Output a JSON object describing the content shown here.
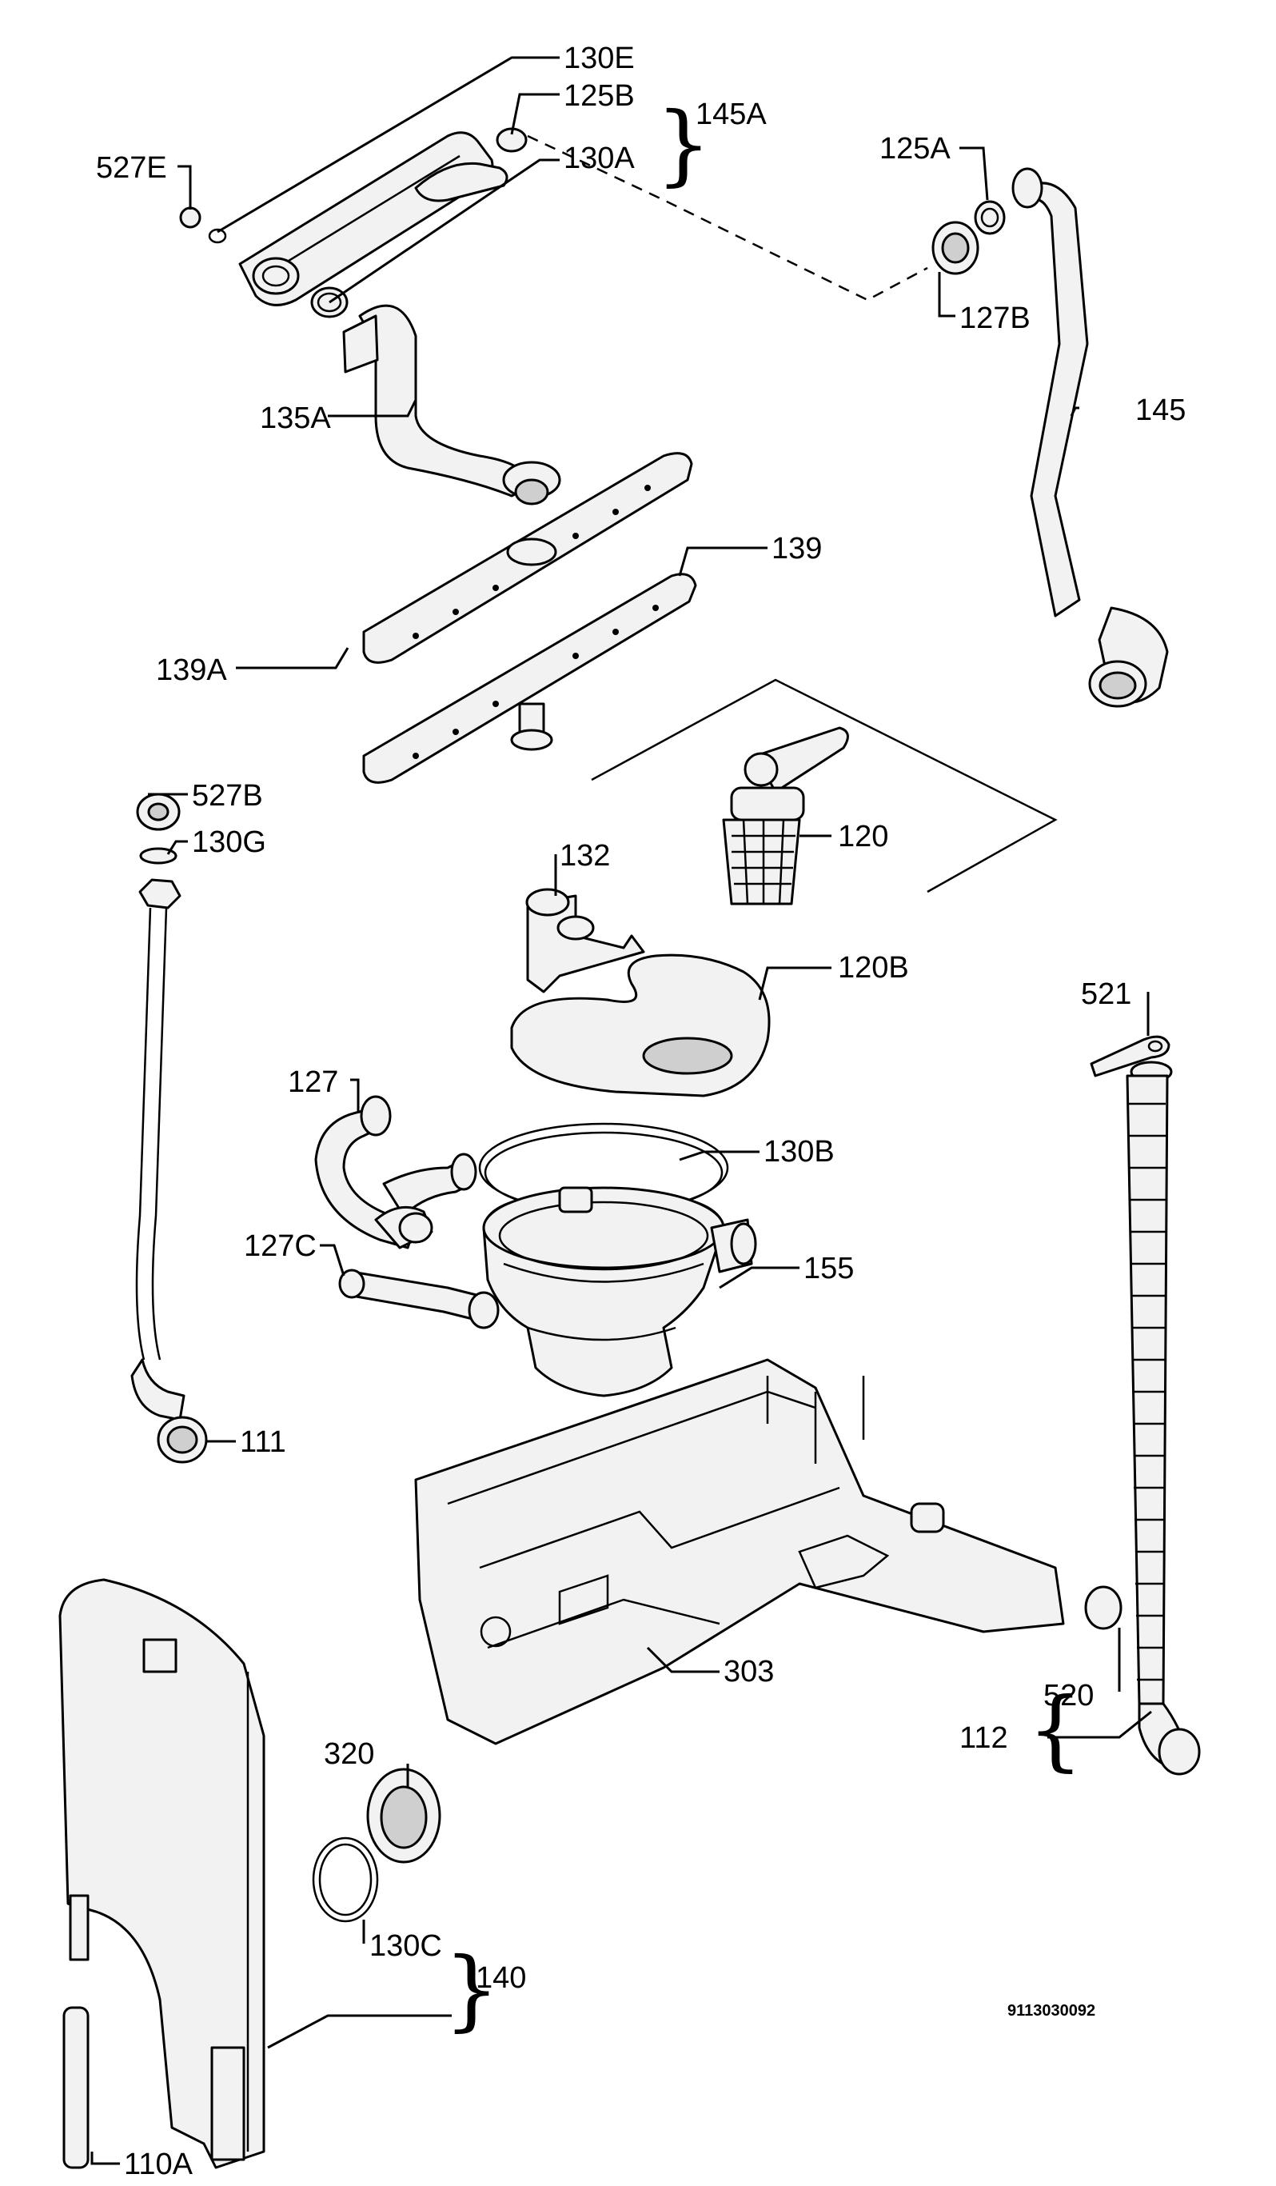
{
  "document_number": "9113030092",
  "labels": {
    "p130e": "130E",
    "p125b": "125B",
    "p145a": "145A",
    "p130a": "130A",
    "p527e": "527E",
    "p125a": "125A",
    "p127b": "127B",
    "p145": "145",
    "p135a": "135A",
    "p139": "139",
    "p139a": "139A",
    "p527b": "527B",
    "p130g": "130G",
    "p132": "132",
    "p120": "120",
    "p120b": "120B",
    "p521": "521",
    "p127": "127",
    "p130b": "130B",
    "p127c": "127C",
    "p155": "155",
    "p111": "111",
    "p303": "303",
    "p320": "320",
    "p112": "112",
    "p520": "520",
    "p130c": "130C",
    "p140": "140",
    "p110a": "110A"
  }
}
